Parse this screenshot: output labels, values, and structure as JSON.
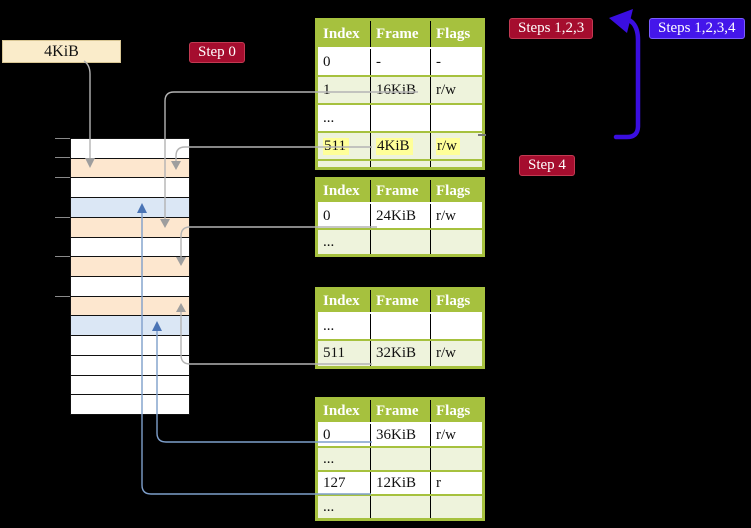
{
  "page_size_label": "4KiB",
  "badges": {
    "step0": "Step 0",
    "steps123": "Steps 1,2,3",
    "steps1234": "Steps 1,2,3,4",
    "step4": "Step 4"
  },
  "tables": [
    {
      "name": "page-table-top",
      "headers": [
        "Index",
        "Frame",
        "Flags"
      ],
      "rows": [
        {
          "cells": [
            "0",
            "-",
            "-"
          ]
        },
        {
          "cells": [
            "1",
            "16KiB",
            "r/w"
          ],
          "tinted": true
        },
        {
          "cells": [
            "...",
            "",
            ""
          ]
        },
        {
          "cells": [
            "511",
            "4KiB",
            "r/w"
          ],
          "tinted": true,
          "highlighted": true
        },
        {
          "cells": [
            "",
            "",
            ""
          ],
          "tinted": true,
          "partial": true
        }
      ]
    },
    {
      "name": "page-table-second",
      "headers": [
        "Index",
        "Frame",
        "Flags"
      ],
      "rows": [
        {
          "cells": [
            "0",
            "24KiB",
            "r/w"
          ]
        },
        {
          "cells": [
            "...",
            "",
            ""
          ],
          "tinted": true
        }
      ]
    },
    {
      "name": "page-table-third",
      "headers": [
        "Index",
        "Frame",
        "Flags"
      ],
      "rows": [
        {
          "cells": [
            "...",
            "",
            ""
          ]
        },
        {
          "cells": [
            "511",
            "32KiB",
            "r/w"
          ],
          "tinted": true
        }
      ]
    },
    {
      "name": "page-table-bottom",
      "headers": [
        "Index",
        "Frame",
        "Flags"
      ],
      "rows": [
        {
          "cells": [
            "0",
            "36KiB",
            "r/w"
          ]
        },
        {
          "cells": [
            "...",
            "",
            ""
          ],
          "tinted": true
        },
        {
          "cells": [
            "127",
            "12KiB",
            "r"
          ]
        },
        {
          "cells": [
            "...",
            "",
            ""
          ],
          "tinted": true
        }
      ]
    }
  ],
  "memory_column": {
    "rows": [
      "white",
      "peach",
      "white",
      "blue",
      "peach",
      "white",
      "peach",
      "white",
      "peach",
      "blue",
      "white",
      "white",
      "white",
      "white"
    ]
  },
  "colors": {
    "header_green": "#a6c13e",
    "row_tint": "#eef3dc",
    "highlight_yellow": "#ffff99",
    "frame_peach": "#fde7cf",
    "frame_blue": "#dbe7f5",
    "badge_crimson": "#a50d2e",
    "badge_blue": "#4416ea",
    "thick_arrow_blue": "#3a0ee0",
    "arrow_gray": "#b3b3b3",
    "arrow_steel_blue": "#7e9fcb",
    "box_wheat": "#faecca"
  }
}
